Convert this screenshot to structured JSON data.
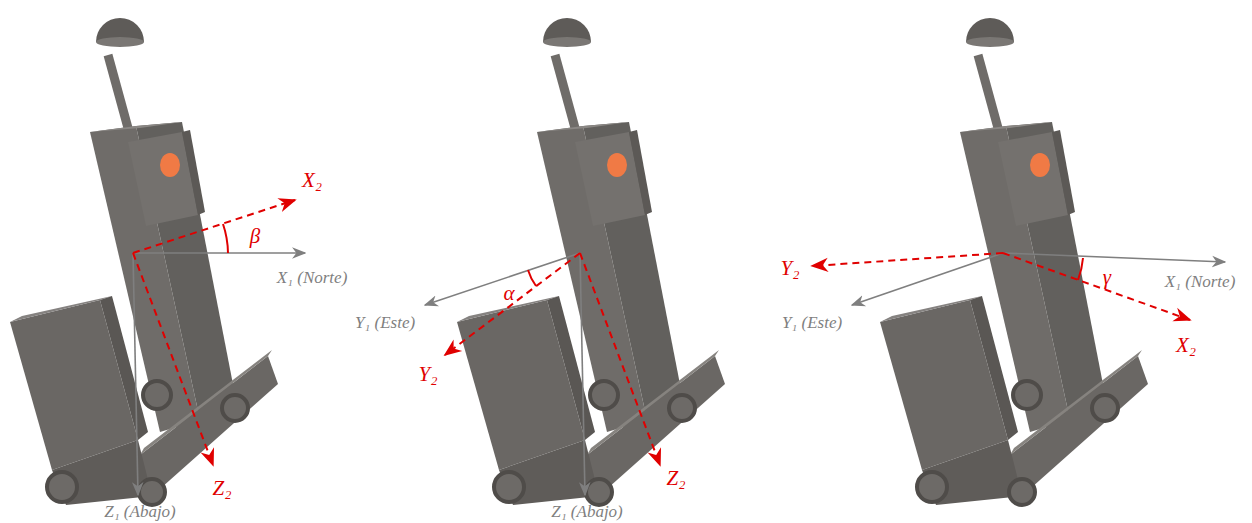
{
  "diagram": {
    "labels": [
      "X₂",
      "β",
      "X₁ (Norte)",
      "Z₂",
      "Z₁ (Abajo)",
      "Y₁ (Este)",
      "α",
      "Y₂",
      "Z₂",
      "Z₁ (Abajo)",
      "Y₂",
      "X₁ (Norte)",
      "Y₁ (Este)",
      "γ",
      "X₂"
    ]
  }
}
